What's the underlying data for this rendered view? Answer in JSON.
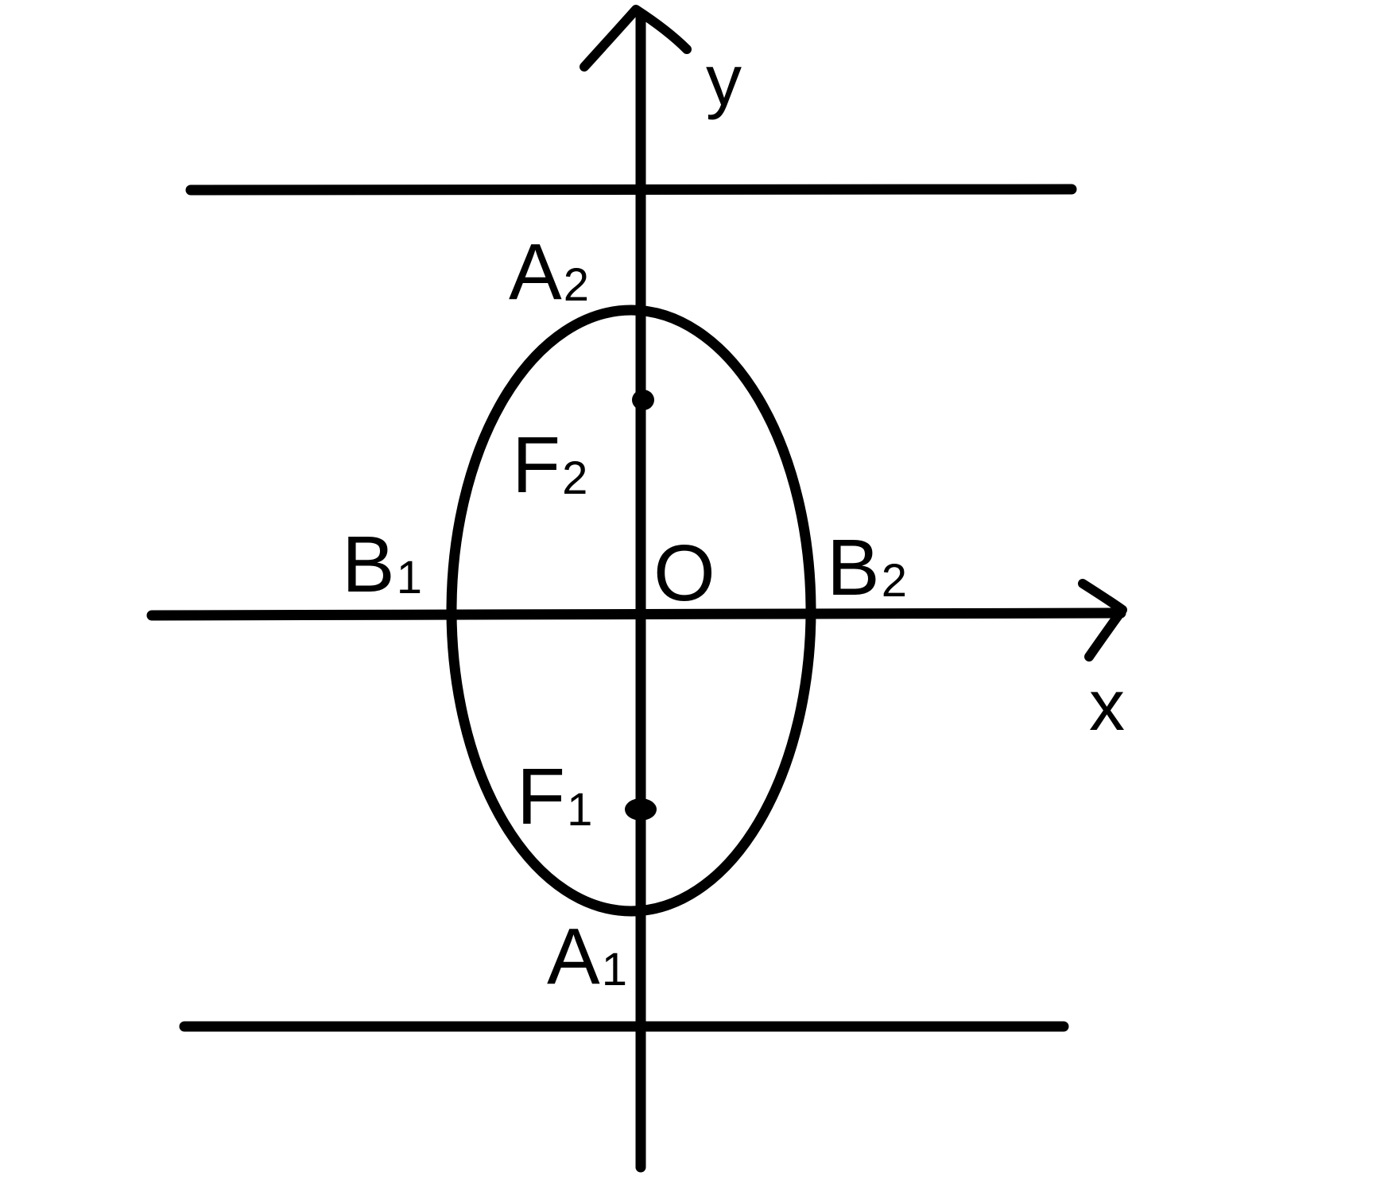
{
  "diagram": {
    "axes": {
      "x_label": "x",
      "y_label": "y",
      "origin_label": "O"
    },
    "points": {
      "A1": {
        "main": "A",
        "sub": "1"
      },
      "A2": {
        "main": "A",
        "sub": "2"
      },
      "B1": {
        "main": "B",
        "sub": "1"
      },
      "B2": {
        "main": "B",
        "sub": "2"
      },
      "F1": {
        "main": "F",
        "sub": "1"
      },
      "F2": {
        "main": "F",
        "sub": "2"
      }
    },
    "colors": {
      "stroke": "#000000",
      "background": "#ffffff"
    }
  }
}
